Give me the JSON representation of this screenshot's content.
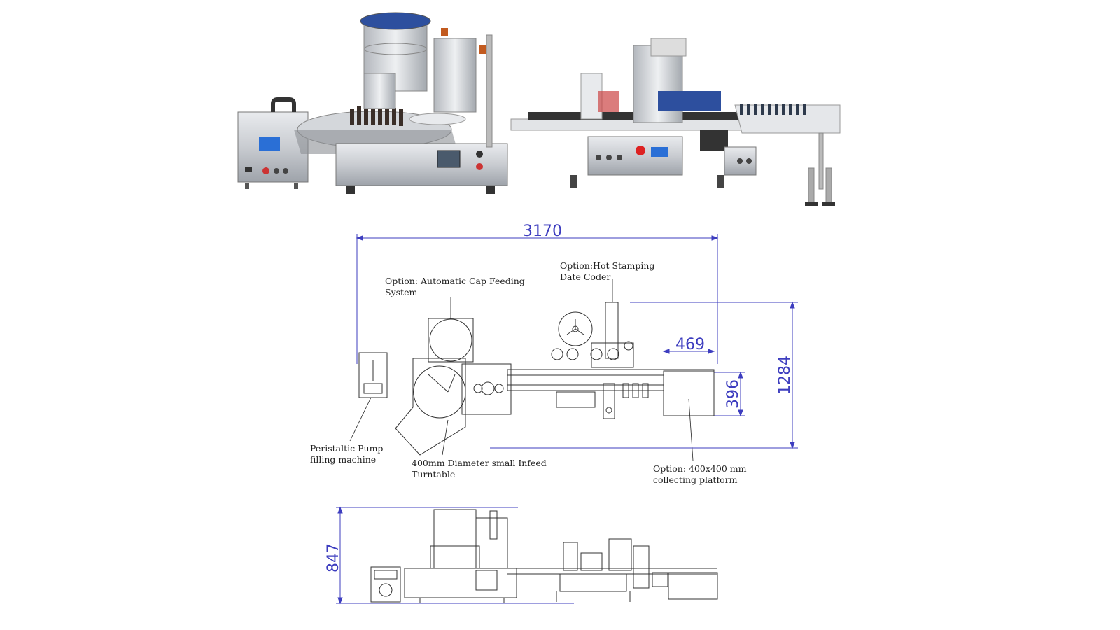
{
  "product_photo": {
    "alt": "Bottle filling, capping and labeling production line"
  },
  "plan_view": {
    "dimensions": {
      "overall_length": "3170",
      "overall_width": "1284",
      "platform_length": "469",
      "platform_width": "396"
    },
    "callouts": {
      "cap_feeding": [
        "Option: Automatic Cap Feeding",
        "System"
      ],
      "hot_stamping": [
        "Option:Hot Stamping",
        "Date Coder"
      ],
      "peristaltic_pump": [
        "Peristaltic  Pump",
        "filling machine"
      ],
      "turntable": [
        "400mm Diameter small Infeed",
        "Turntable"
      ],
      "collecting_platform": [
        "Option: 400x400 mm",
        "collecting platform"
      ]
    }
  },
  "side_view": {
    "dimensions": {
      "overall_height": "847"
    }
  },
  "colors": {
    "dimension_line": "#3d3dbf",
    "machine_steel": "#c9ccd1",
    "belt_blue": "#2d4f9e",
    "drawing_line": "#333333"
  }
}
